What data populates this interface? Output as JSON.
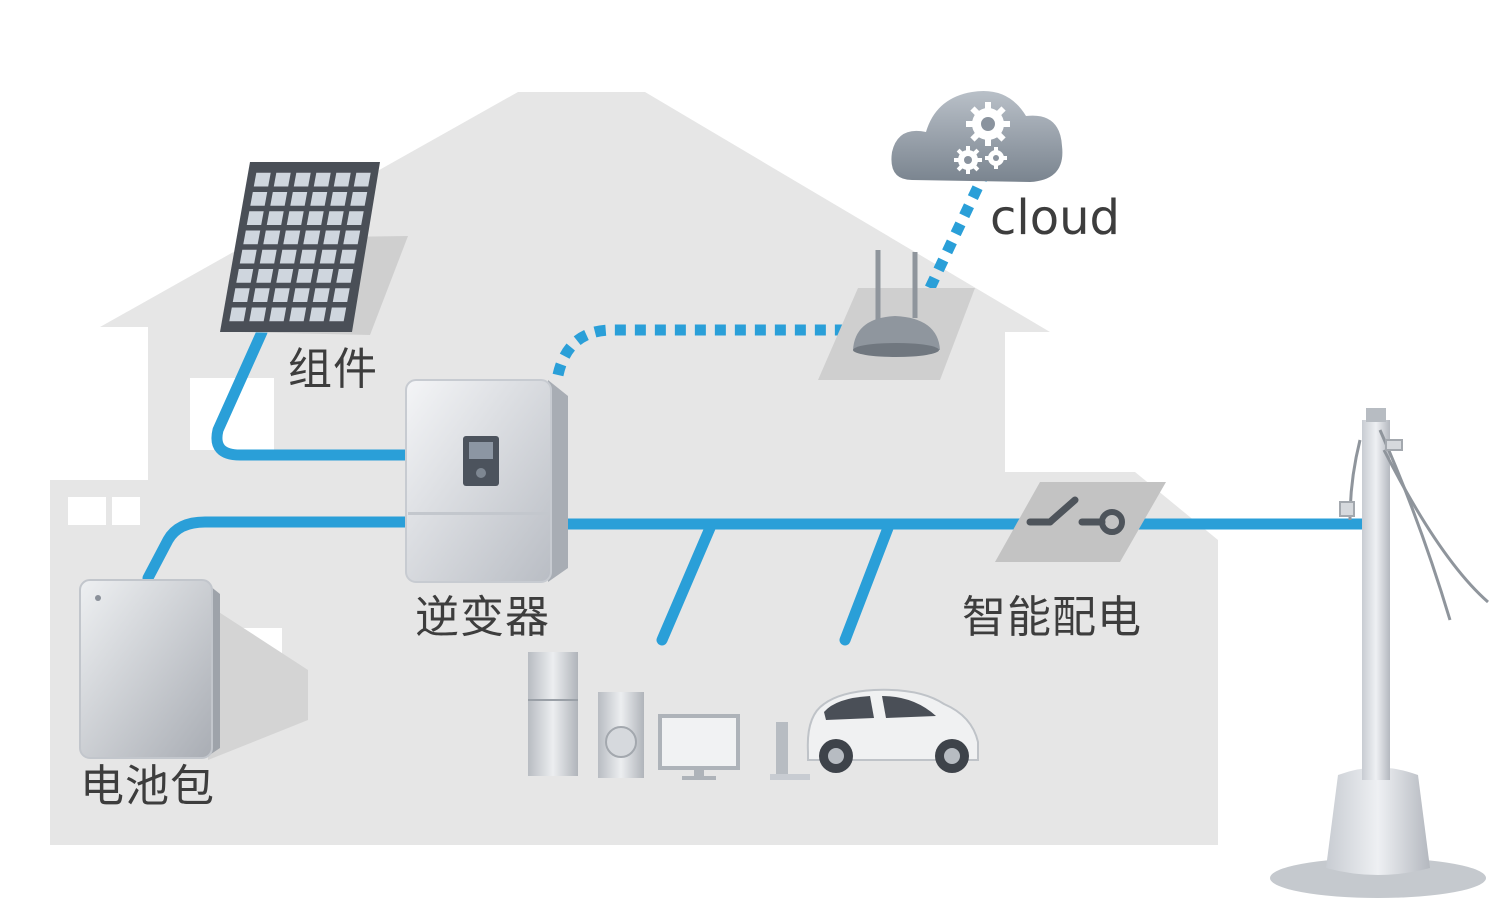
{
  "labels": {
    "modules": "组件",
    "inverter": "逆变器",
    "battery": "电池包",
    "smart_distribution": "智能配电",
    "cloud": "cloud"
  },
  "icons": {
    "solar_panel": "solar-panel-icon",
    "inverter": "inverter-icon",
    "battery": "battery-pack-icon",
    "router": "wifi-router-icon",
    "cloud": "cloud-gear-icon",
    "switch": "switch-icon",
    "fridge": "refrigerator-icon",
    "washer": "washing-machine-icon",
    "monitor": "monitor-icon",
    "charger": "ev-charger-icon",
    "car": "electric-car-icon",
    "pole": "utility-pole-icon"
  },
  "colors": {
    "power_line": "#2a9fd8",
    "data_line": "#2a9fd8",
    "house": "#e4e4e4",
    "text": "#3d3d3d"
  }
}
